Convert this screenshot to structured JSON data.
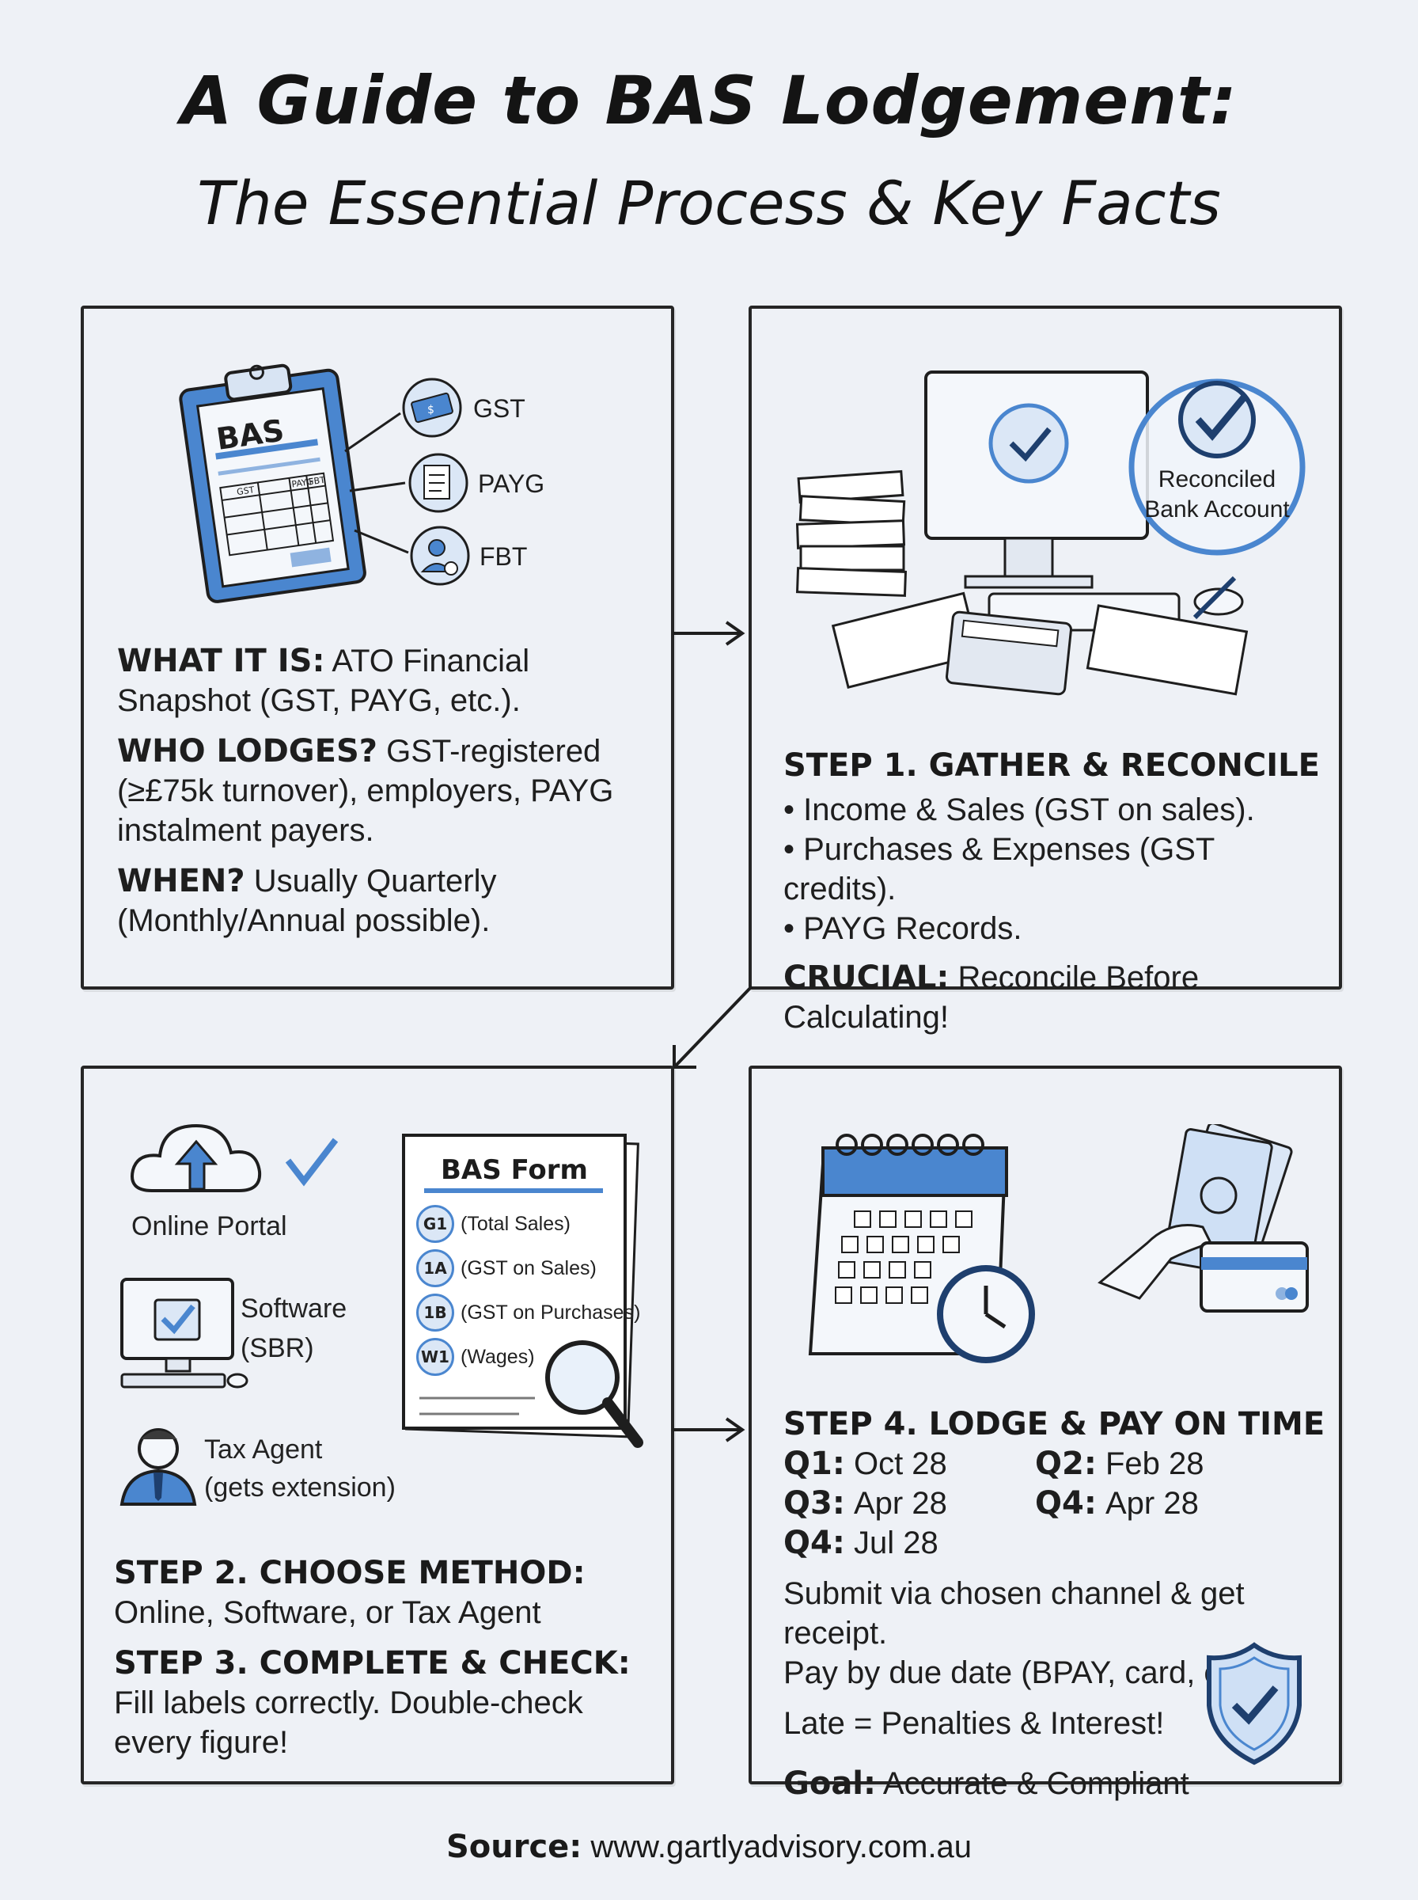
{
  "title": "A Guide to BAS Lodgement:",
  "subtitle": "The Essential Process & Key Facts",
  "colors": {
    "accent": "#4a86cf",
    "accent_light": "#cfe0f5",
    "ink": "#1c1c1c",
    "background": "#eef1f6"
  },
  "panel1": {
    "clipboard_label": "BAS",
    "table_headers": [
      "GST",
      "PAYG",
      "FBT"
    ],
    "icon_labels": [
      "GST",
      "PAYG",
      "FBT"
    ],
    "what_label": "WHAT IT IS:",
    "what_text": "ATO Financial Snapshot (GST, PAYG, etc.).",
    "who_label": "WHO LODGES?",
    "who_text": "GST-registered (≥£75k turnover), employers, PAYG instalment payers.",
    "when_label": "WHEN?",
    "when_text": "Usually Quarterly (Monthly/Annual possible)."
  },
  "panel2": {
    "badge_text_1": "Reconciled",
    "badge_text_2": "Bank Account",
    "heading": "STEP 1. GATHER & RECONCILE",
    "bullets": [
      "• Income & Sales (GST on sales).",
      "• Purchases & Expenses (GST credits).",
      "• PAYG Records."
    ],
    "crucial_label": "CRUCIAL:",
    "crucial_text": "Reconcile Before Calculating!"
  },
  "panel3": {
    "method_online": "Online Portal",
    "method_software_1": "Software",
    "method_software_2": "(SBR)",
    "method_agent_1": "Tax Agent",
    "method_agent_2": "(gets extension)",
    "form_title": "BAS Form",
    "form_items": [
      {
        "code": "G1",
        "label": "(Total Sales)"
      },
      {
        "code": "1A",
        "label": "(GST on Sales)"
      },
      {
        "code": "1B",
        "label": "(GST on Purchases)"
      },
      {
        "code": "W1",
        "label": "(Wages)"
      }
    ],
    "step2_heading": "STEP 2. CHOOSE METHOD:",
    "step2_text": "Online, Software, or Tax Agent",
    "step3_heading": "STEP 3. COMPLETE & CHECK:",
    "step3_text": "Fill labels correctly. Double-check every figure!"
  },
  "panel4": {
    "heading": "STEP 4. LODGE & PAY ON TIME",
    "q1_label": "Q1:",
    "q1_date": "Oct 28",
    "q2_label": "Q2:",
    "q2_date": "Feb 28",
    "q3_label": "Q3:",
    "q3_date": "Apr 28",
    "q4a_label": "Q4:",
    "q4a_date": "Apr 28",
    "q4b_label": "Q4:",
    "q4b_date": "Jul 28",
    "submit_text_1": "Submit via chosen channel & get receipt.",
    "submit_text_2": "Pay by due date (BPAY, card, etc.)",
    "late_text": "Late = Penalties & Interest!",
    "goal_label": "Goal:",
    "goal_text": "Accurate & Compliant"
  },
  "source_label": "Source:",
  "source_url": "www.gartlyadvisory.com.au"
}
